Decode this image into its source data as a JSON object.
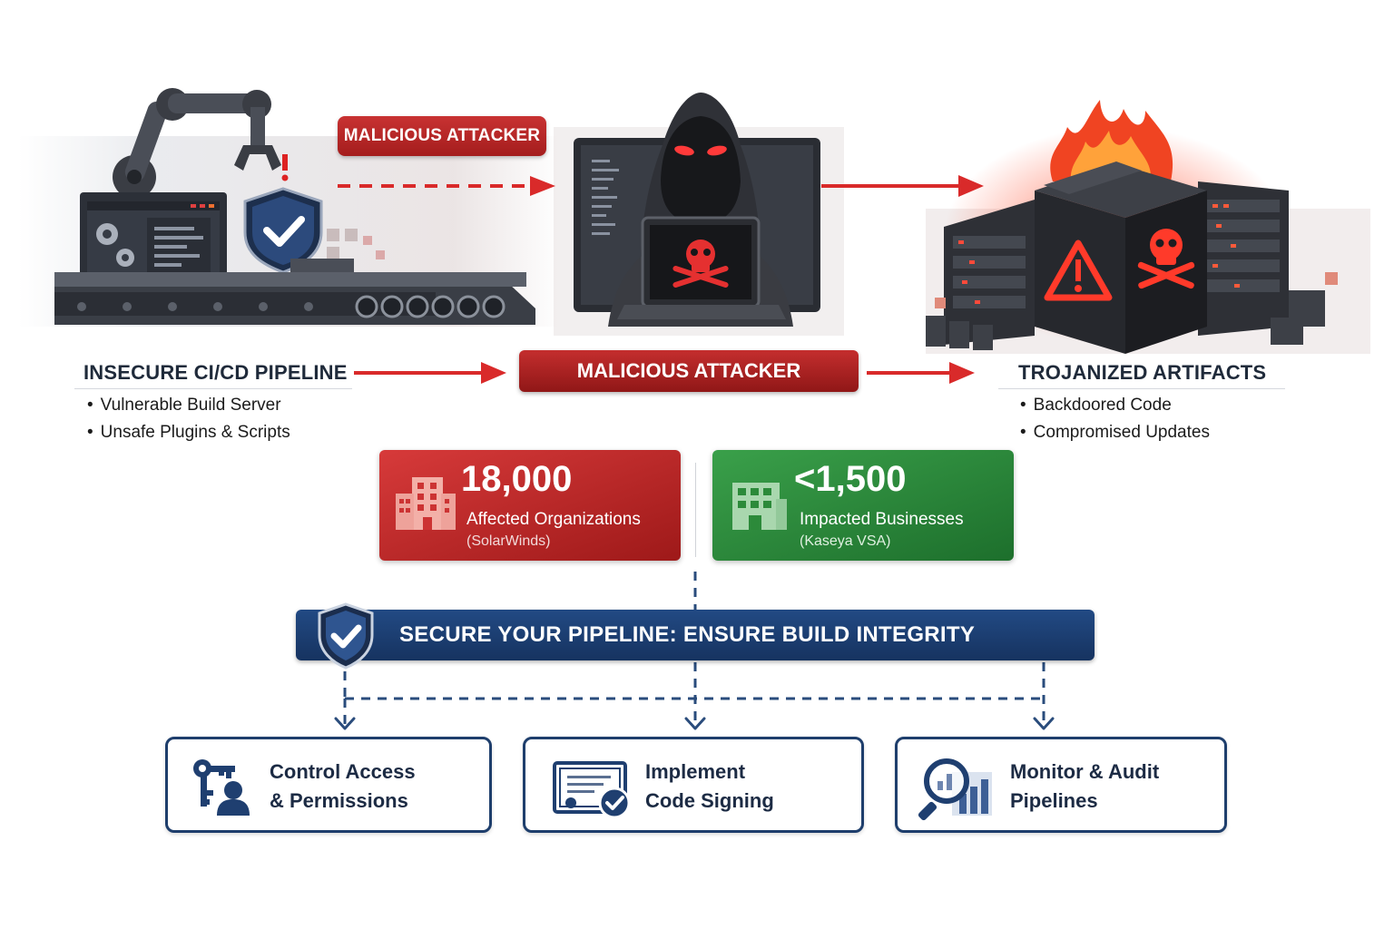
{
  "labels": {
    "attacker_top": "MALICIOUS ATTACKER",
    "attacker_mid": "MALICIOUS ATTACKER"
  },
  "stages": [
    {
      "title": "INSECURE CI/CD PIPELINE",
      "bullets": [
        "Vulnerable Build Server",
        "Unsafe Plugins & Scripts"
      ]
    },
    {
      "title": "TROJANIZED ARTIFACTS",
      "bullets": [
        "Backdoored Code",
        "Compromised Updates"
      ]
    }
  ],
  "stats": [
    {
      "value": "18,000",
      "label": "Affected Organizations",
      "source": "(SolarWinds)",
      "color": "#c62828"
    },
    {
      "value": "<1,500",
      "label": "Impacted Businesses",
      "source": "(Kaseya VSA)",
      "color": "#2e8b3e"
    }
  ],
  "banner": {
    "text": "SECURE YOUR PIPELINE: ENSURE BUILD INTEGRITY",
    "icon": "shield-check-icon"
  },
  "actions": [
    {
      "line1": "Control Access",
      "line2": "& Permissions",
      "icon": "key-user-icon"
    },
    {
      "line1": "Implement",
      "line2": "Code Signing",
      "icon": "certificate-check-icon"
    },
    {
      "line1": "Monitor & Audit",
      "line2": "Pipelines",
      "icon": "magnifier-chart-icon"
    }
  ],
  "colors": {
    "threat_red": "#c62828",
    "safe_green": "#2e8b3e",
    "navy": "#1e3e6c"
  }
}
